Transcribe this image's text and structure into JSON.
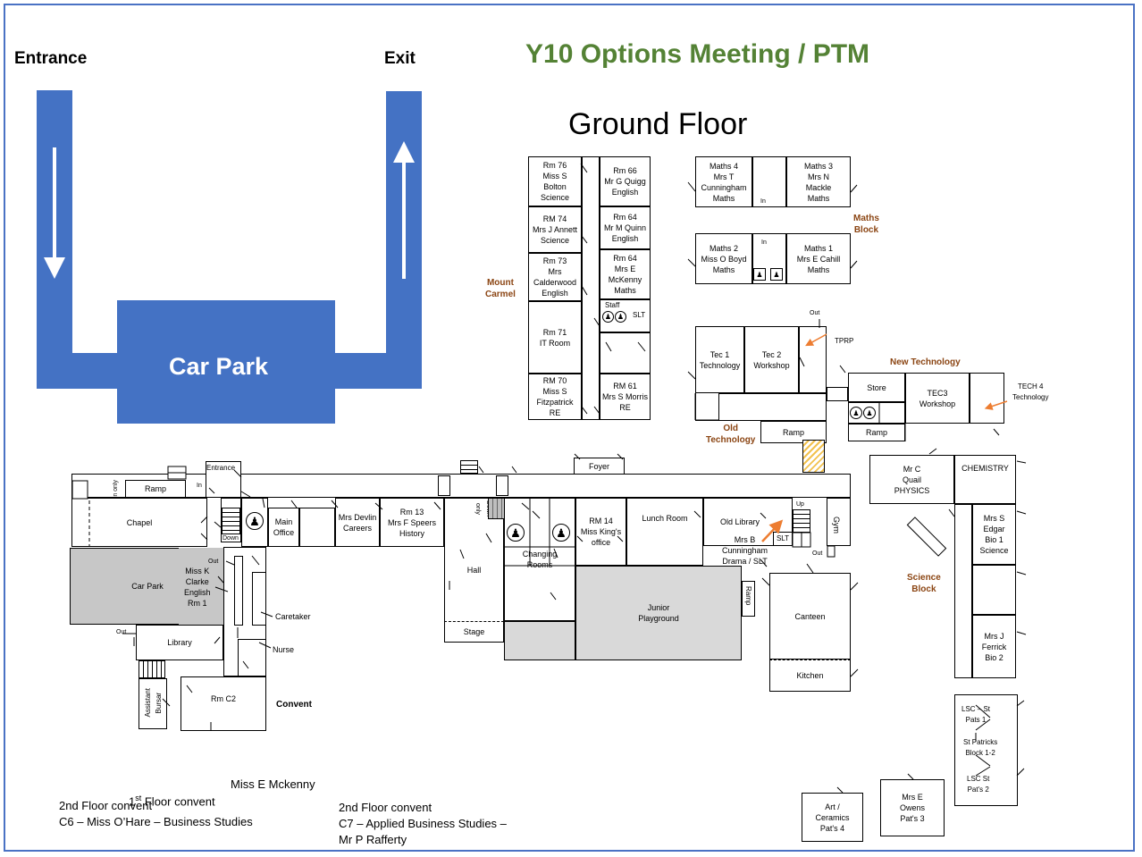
{
  "title": "Y10 Options Meeting / PTM",
  "floor_title": "Ground Floor",
  "colors": {
    "title_green": "#548235",
    "block_brown": "#8b4513",
    "car_park_blue": "#4472c4",
    "frame_blue": "#4a72c4",
    "arrow_orange": "#ed7d31"
  },
  "car_park": {
    "entrance": "Entrance",
    "exit": "Exit",
    "label": "Car Park"
  },
  "upper_block": {
    "label": "Mount\nCarmel",
    "rm76": "Rm 76\nMiss S\nBolton\nScience",
    "rm74": "RM 74\nMrs J Annett\nScience",
    "rm73": "Rm 73\nMrs\nCalderwood\nEnglish",
    "rm71": "Rm 71\nIT Room",
    "rm70": "RM 70\nMiss S\nFitzpatrick\nRE",
    "rm66": "Rm 66\nMr G Quigg\nEnglish",
    "rm64a": "Rm 64\nMr M Quinn\nEnglish",
    "rm64b": "Rm 64\nMrs E\nMcKenny\nMaths",
    "staff": "Staff",
    "slt": "SLT",
    "rm61": "RM 61\nMrs S Morris\nRE"
  },
  "maths_block": {
    "label": "Maths\nBlock",
    "maths4": "Maths 4\nMrs T\nCunningham\nMaths",
    "maths3": "Maths 3\nMrs N\nMackle\nMaths",
    "maths2": "Maths 2\nMiss O Boyd\nMaths",
    "maths1": "Maths 1\nMrs E Cahill\nMaths",
    "in1": "In",
    "in2": "In"
  },
  "tech": {
    "old_label": "Old\nTechnology",
    "new_label": "New Technology",
    "tec1": "Tec 1\nTechnology",
    "tec2": "Tec 2\nWorkshop",
    "tprp": "TPRP",
    "out": "Out",
    "ramp": "Ramp",
    "store": "Store",
    "tec3": "TEC3\nWorkshop",
    "tech4": "TECH 4\nTechnology",
    "ramp2": "Ramp"
  },
  "science": {
    "label": "Science\nBlock",
    "quail": "Mr C\nQuail\nPHYSICS",
    "chemistry": "CHEMISTRY",
    "edgar": "Mrs S\nEdgar\nBio 1\nScience",
    "ferrick": "Mrs J\nFerrick\nBio 2"
  },
  "lsc": {
    "pats1": "LSC – St\nPats 1",
    "block12": "St Patricks\nBlock 1-2",
    "pats2": "LSC St\nPat's 2",
    "owens": "Mrs E\nOwens\nPat's 3",
    "art": "Art /\nCeramics\nPat's 4"
  },
  "main": {
    "in_only": "In only",
    "ramp": "Ramp",
    "entrance": "Entrance",
    "in": "In",
    "chapel": "Chapel",
    "down": "Down",
    "main_office": "Main\nOffice",
    "devlin": "Mrs Devlin\nCareers",
    "rm13": "Rm 13\nMrs F Speers\nHistory",
    "foyer": "Foyer",
    "down_only": "Down\nonly",
    "hall": "Hall",
    "stage": "Stage",
    "changing": "Changing\nRooms",
    "rm14": "RM 14\nMiss King's\noffice",
    "lunch": "Lunch Room",
    "old_library": "Old Library",
    "mrs_b": "Mrs B\nCunningham\nDrama / SLT",
    "up": "Up",
    "slt": "SLT",
    "out": "Out",
    "gym": "Gym",
    "junior": "Junior\nPlayground",
    "ramp_v": "Ramp",
    "canteen": "Canteen",
    "kitchen": "Kitchen",
    "car_park_grey": "Car Park",
    "out2": "Out",
    "clarke": "Miss K\nClarke\nEnglish\nRm 1",
    "caretaker": "Caretaker",
    "out3": "Out",
    "library": "Library",
    "nurse": "Nurse",
    "rm_c2": "Rm C2",
    "convent": "Convent",
    "assistant_bursar": "Assistant\nBursar"
  },
  "notes": {
    "first_floor_prefix": "1",
    "first_floor_sup": "st",
    "first_floor_rest": " Floor convent",
    "first_floor_name": "Miss E Mckenny",
    "second_left": "2nd Floor convent\nC6 – Miss O’Hare – Business Studies",
    "second_right": "2nd Floor convent\nC7 – Applied Business Studies –\nMr P Rafferty"
  }
}
